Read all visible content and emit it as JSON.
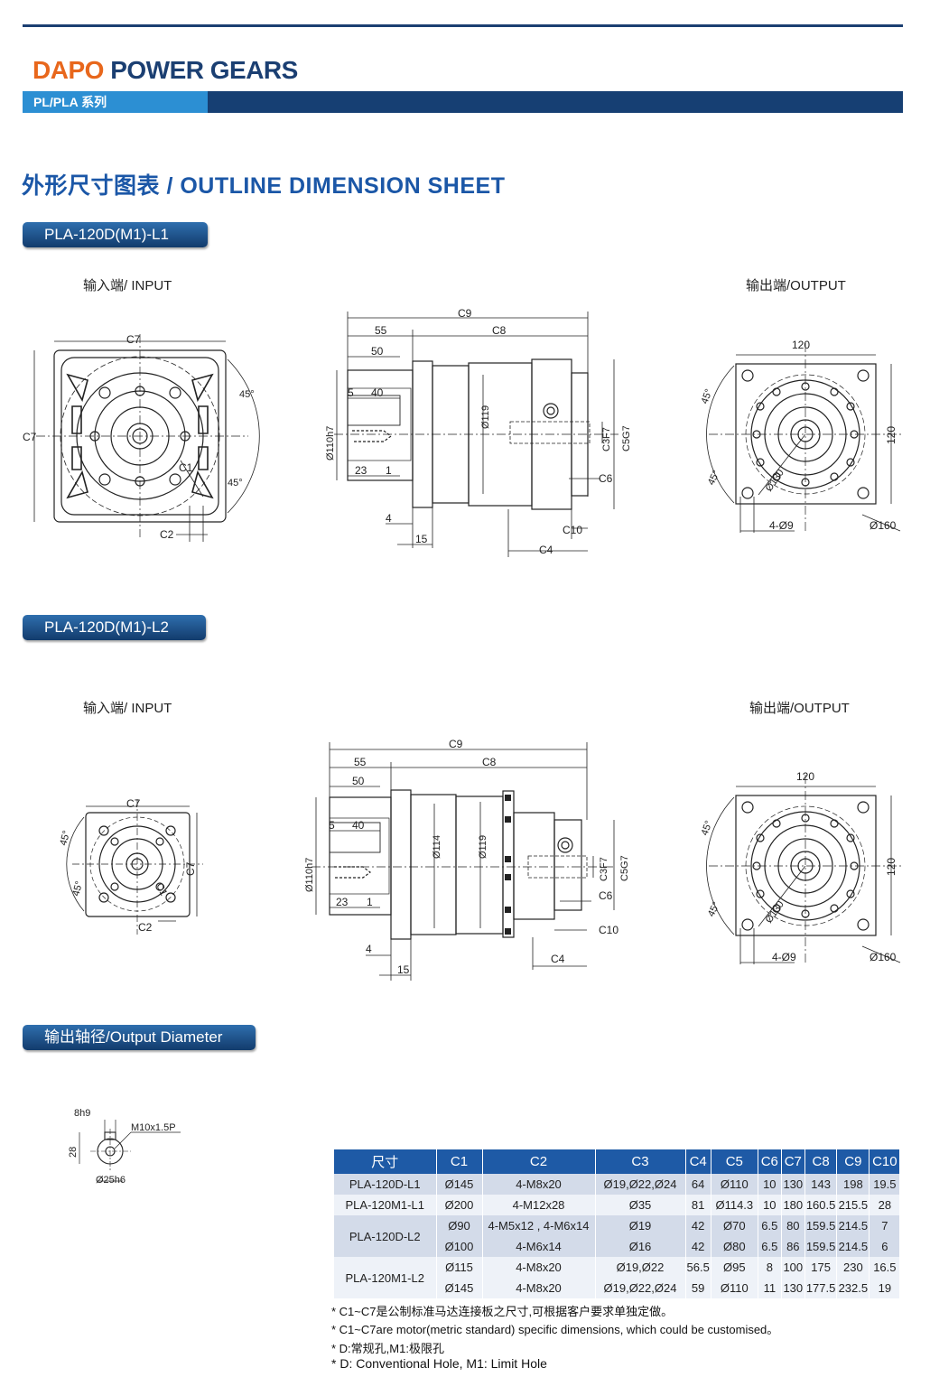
{
  "header": {
    "brand_part1": "DAPO",
    "brand_part2": "POWER GEARS",
    "series": "PL/PLA 系列"
  },
  "section_title": "外形尺寸图表 / OUTLINE DIMENSION SHEET",
  "model_l1": {
    "title": "PLA-120D(M1)-L1",
    "input_label": "输入端/ INPUT",
    "output_label": "输出端/OUTPUT"
  },
  "model_l2": {
    "title": "PLA-120D(M1)-L2",
    "input_label": "输入端/ INPUT",
    "output_label": "输出端/OUTPUT"
  },
  "output_diameter": {
    "title": "输出轴径/Output Diameter"
  },
  "dims": {
    "c1": "C1",
    "c2": "C2",
    "c3": "C3F7",
    "c4": "C4",
    "c5": "C5G7",
    "c6": "C6",
    "c7": "C7",
    "c8": "C8",
    "c9": "C9",
    "c10": "C10",
    "d55": "55",
    "d50": "50",
    "d5": "5",
    "d40": "40",
    "d23": "23",
    "d1": "1",
    "d4": "4",
    "d15": "15",
    "d110": "Ø110h7",
    "d114": "Ø114",
    "d119": "Ø119",
    "d120": "120",
    "d130": "Ø130",
    "d160": "Ø160",
    "holes": "4-Ø9",
    "a45": "45°",
    "key": "8h9",
    "shaft_h": "28",
    "thread": "M10x1.5P",
    "shaft_d": "Ø25h6"
  },
  "table": {
    "headers": [
      "尺寸",
      "C1",
      "C2",
      "C3",
      "C4",
      "C5",
      "C6",
      "C7",
      "C8",
      "C9",
      "C10"
    ],
    "rows": [
      {
        "model": "PLA-120D-L1",
        "cells": [
          "Ø145",
          "4-M8x20",
          "Ø19,Ø22,Ø24",
          "64",
          "Ø110",
          "10",
          "130",
          "143",
          "198",
          "19.5"
        ]
      },
      {
        "model": "PLA-120M1-L1",
        "cells": [
          "Ø200",
          "4-M12x28",
          "Ø35",
          "81",
          "Ø114.3",
          "10",
          "180",
          "160.5",
          "215.5",
          "28"
        ]
      },
      {
        "model": "PLA-120D-L2",
        "cells": [
          "Ø90",
          "4-M5x12 , 4-M6x14",
          "Ø19",
          "42",
          "Ø70",
          "6.5",
          "80",
          "159.5",
          "214.5",
          "7"
        ]
      },
      {
        "model": "",
        "cells": [
          "Ø100",
          "4-M6x14",
          "Ø16",
          "42",
          "Ø80",
          "6.5",
          "86",
          "159.5",
          "214.5",
          "6"
        ]
      },
      {
        "model": "PLA-120M1-L2",
        "cells": [
          "Ø115",
          "4-M8x20",
          "Ø19,Ø22",
          "56.5",
          "Ø95",
          "8",
          "100",
          "175",
          "230",
          "16.5"
        ]
      },
      {
        "model": "",
        "cells": [
          "Ø145",
          "4-M8x20",
          "Ø19,Ø22,Ø24",
          "59",
          "Ø110",
          "11",
          "130",
          "177.5",
          "232.5",
          "19"
        ]
      }
    ]
  },
  "notes": [
    "* C1~C7是公制标准马达连接板之尺寸,可根据客户要求单独定做。",
    "* C1~C7are motor(metric standard)  specific dimensions, which could be customised。",
    "* D:常规孔,M1:极限孔",
    "* D: Conventional Hole, M1: Limit Hole"
  ]
}
